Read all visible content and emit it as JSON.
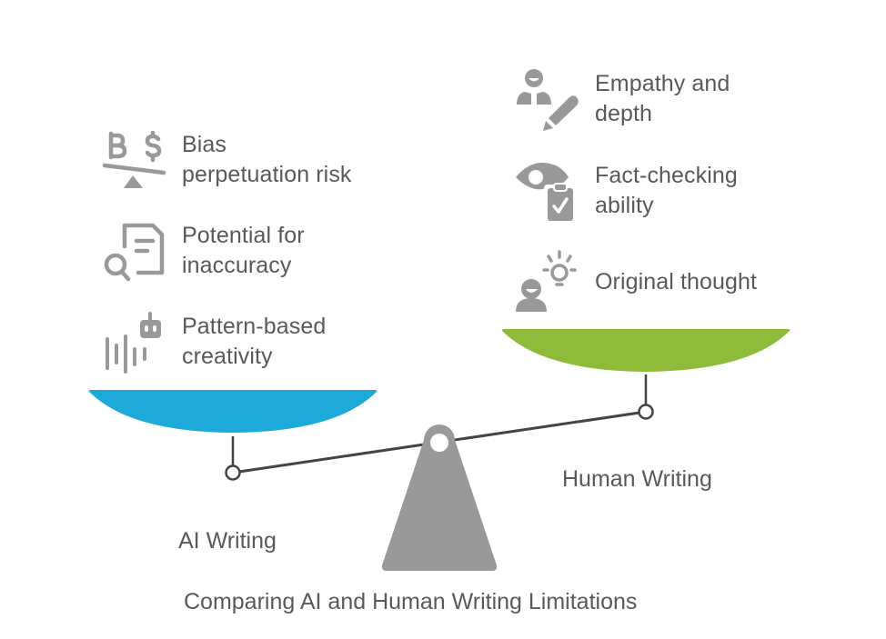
{
  "title": "Comparing AI and Human Writing Limitations",
  "colors": {
    "ai_pan": "#1eaad9",
    "human_pan": "#8fbb3b",
    "fulcrum": "#999999",
    "beam": "#444444",
    "icon": "#999999",
    "text": "#595959"
  },
  "left_side": {
    "label": "AI Writing",
    "items": [
      {
        "icon": "bias-scale-currency-icon",
        "text": "Bias\nperpetuation risk"
      },
      {
        "icon": "document-search-icon",
        "text": "Potential for\ninaccuracy"
      },
      {
        "icon": "robot-sound-wave-icon",
        "text": "Pattern-based\ncreativity"
      }
    ]
  },
  "right_side": {
    "label": "Human Writing",
    "items": [
      {
        "icon": "person-pencil-icon",
        "text": "Empathy and\ndepth"
      },
      {
        "icon": "eye-clipboard-check-icon",
        "text": "Fact-checking\nability"
      },
      {
        "icon": "person-lightbulb-icon",
        "text": "Original thought"
      }
    ]
  }
}
